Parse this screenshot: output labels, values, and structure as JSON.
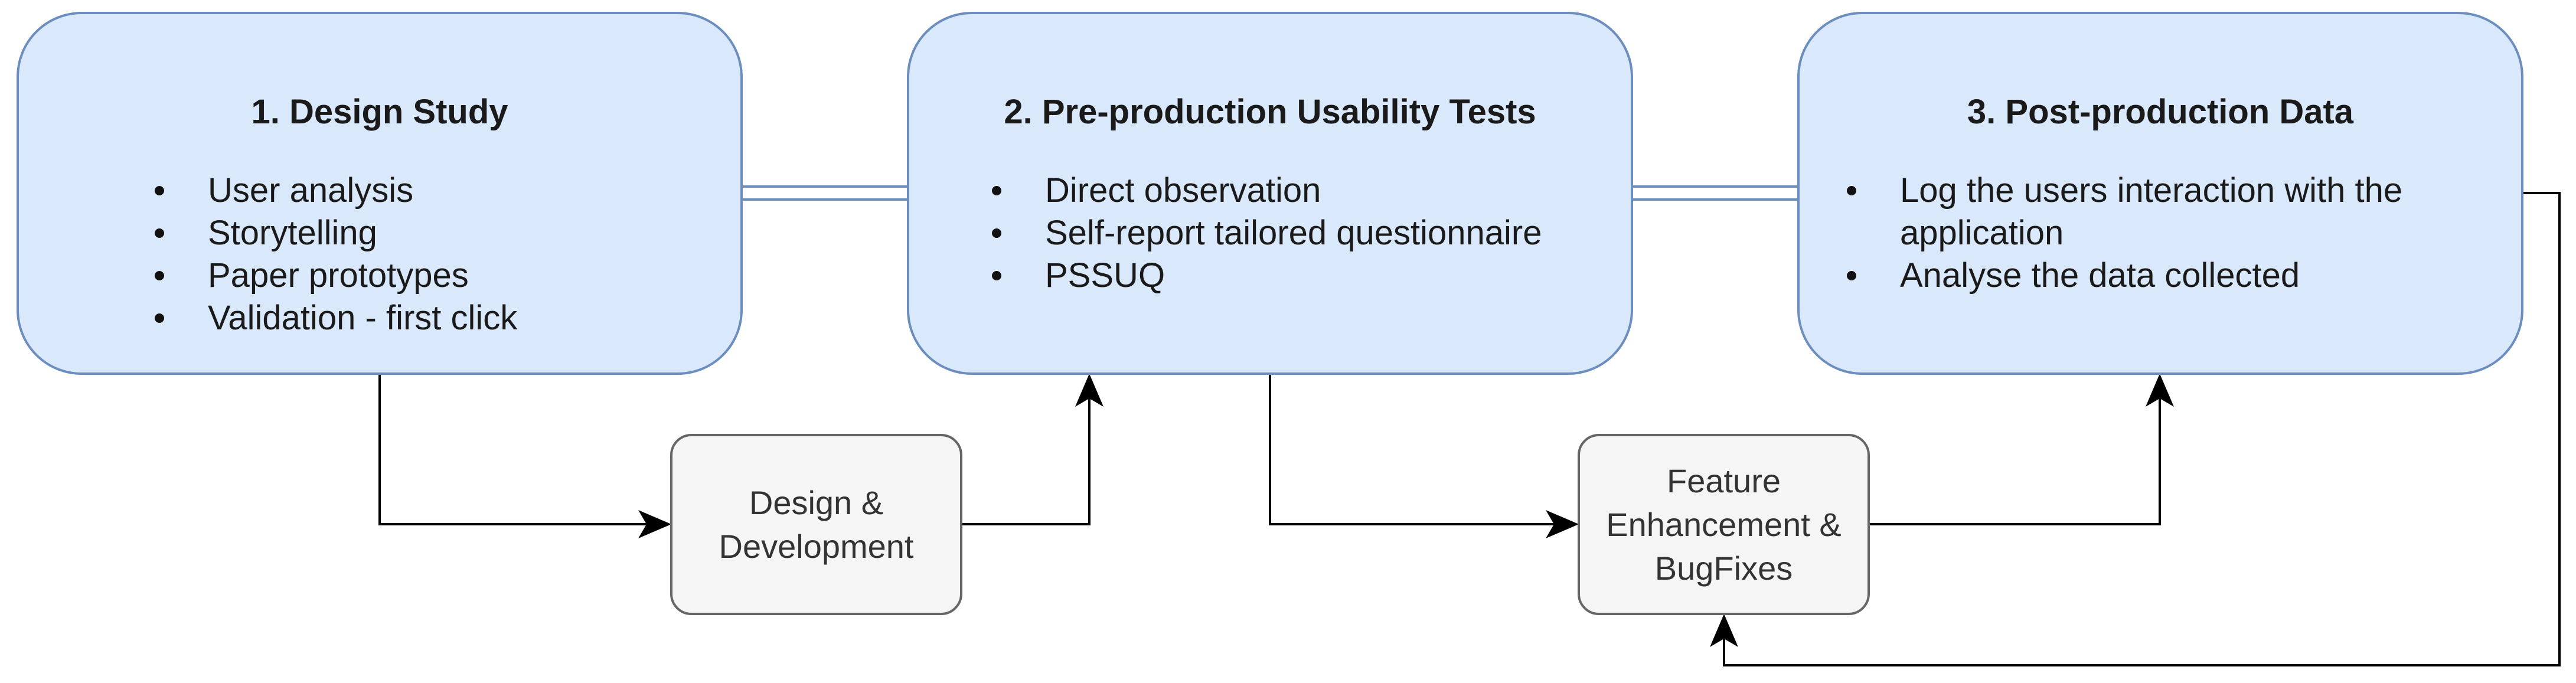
{
  "stages": [
    {
      "title": "1. Design Study",
      "items": [
        "User analysis",
        "Storytelling",
        "Paper prototypes",
        "Validation - first click"
      ]
    },
    {
      "title": "2. Pre-production Usability Tests",
      "items": [
        "Direct observation",
        "Self-report tailored questionnaire",
        "PSSUQ"
      ]
    },
    {
      "title": "3. Post-production Data",
      "items": [
        "Log the users interaction with the application",
        "Analyse the data collected"
      ]
    }
  ],
  "processes": {
    "design_development": "Design & Development",
    "feature_enhancement": "Feature Enhancement & BugFixes"
  },
  "colors": {
    "stage_fill": "#dae8fc",
    "stage_stroke": "#6c8ebf",
    "process_fill": "#f5f5f5",
    "process_stroke": "#666666",
    "arrow": "#000000"
  }
}
